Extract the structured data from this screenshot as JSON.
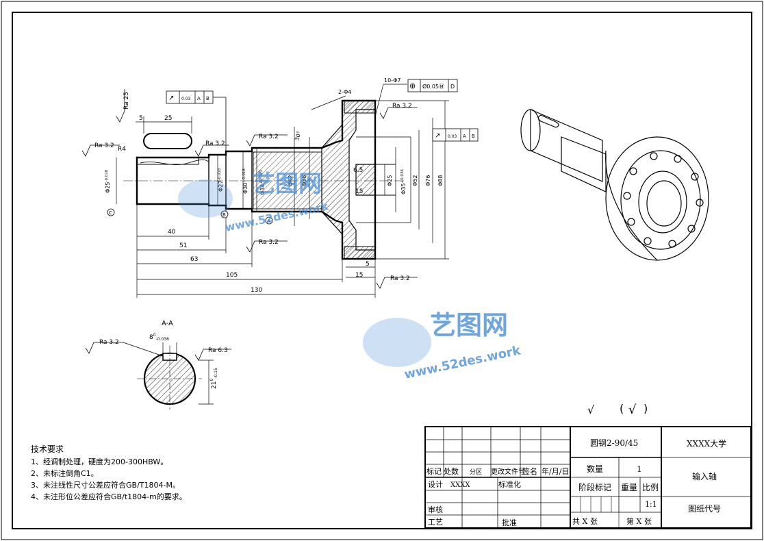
{
  "colors": {
    "line": "#000000",
    "hatch": "#000000",
    "watermark": "#4a8fd8",
    "paper": "#ffffff"
  },
  "dims": {
    "d5": "5",
    "d25": "25",
    "ra25": "Ra 25",
    "ra32_left": "Ra 3.2",
    "r4": "R4",
    "ra32_key": "Ra 3.2",
    "ra32_step": "Ra 3.2",
    "ra32_flange": "Ra 3.2",
    "ra32_lower": "Ra 3.2",
    "ra32_bottom": "Ra 3.2",
    "dia25": "Φ25-0.018 -0.003",
    "dia25_a": "Φ25",
    "dia25_b": "-0.018",
    "dia25_c": "-0.003",
    "dia27_a": "Φ27",
    "dia27_b": "-0.018",
    "dia27_c": "+0.003",
    "dia30_a": "Φ30",
    "dia30_b": "+0.018",
    "dia30_c": "-0.003",
    "dia34_a": "Φ34",
    "dia34_b": "+0.021",
    "dia34_c": "-0.003",
    "dia62": "Φ62",
    "dia58": "Φ58",
    "angle30": "30°",
    "n2phi4": "2-Φ4",
    "n10phi7": "10-Φ7",
    "d65": "6.5",
    "d15_in": "15",
    "dia25_in": "Φ25",
    "dia35_a": "Φ35",
    "dia35_b": "+0.036",
    "dia35_c": "-0.008",
    "dia52": "Φ52",
    "dia76": "Φ76",
    "dia88": "Φ88",
    "l40": "40",
    "l51": "51",
    "l63": "63",
    "l105": "105",
    "l130": "130",
    "l5_bottom": "5",
    "l15_bottom": "15",
    "datum_a": "A",
    "datum_b": "B",
    "datum_c": "C"
  },
  "gdt": {
    "runout1": {
      "symbol": "↗",
      "value": "0.03",
      "ref1": "A",
      "ref2": "B"
    },
    "runout2": {
      "symbol": "↗",
      "value": "0.03",
      "ref1": "A",
      "ref2": "B"
    },
    "position": {
      "symbol": "⊕",
      "value": "Ø0.05Ⓜ",
      "ref1": "D"
    }
  },
  "section": {
    "title": "A-A",
    "ra32": "Ra 3.2",
    "ra63": "Ra 6.3",
    "width_a": "8",
    "width_b": "0",
    "width_c": "-0.036",
    "depth_a": "21",
    "depth_b": "0",
    "depth_c": "-0.15"
  },
  "watermark": {
    "brand": "艺图网",
    "url": "www.52des.work"
  },
  "roughness_note": {
    "mark": "√",
    "paren_open": "(",
    "paren_mark": "√",
    "paren_close": ")"
  },
  "requirements": {
    "title": "技术要求",
    "items": [
      "1、经调制处理，硬度为200-300HBW。",
      "2、未标注倒角C1。",
      "3、未注线性尺寸公差应符合GB/T1804-M。",
      "4、未注形位公差应符合GB/t1804-m的要求。"
    ]
  },
  "title_block": {
    "material": "圆钢2-90/45",
    "university": "XXXX大学",
    "part_name": "输入轴",
    "drawing_code": "图纸代号",
    "quantity_label": "数量",
    "quantity_value": "1",
    "stage_label": "阶段标记",
    "weight_label": "重量",
    "scale_label": "比例",
    "scale_value": "1:1",
    "sheets_total": "共 X 张",
    "sheet_no": "第 X 张",
    "mark": "标记",
    "count": "处数",
    "zone": "分区",
    "change_doc": "更改文件号",
    "signature": "签名",
    "date": "年/月/日",
    "design": "设计",
    "designer": "XXXX",
    "standardize": "标准化",
    "review": "审核",
    "process": "工艺",
    "approve": "批准"
  }
}
